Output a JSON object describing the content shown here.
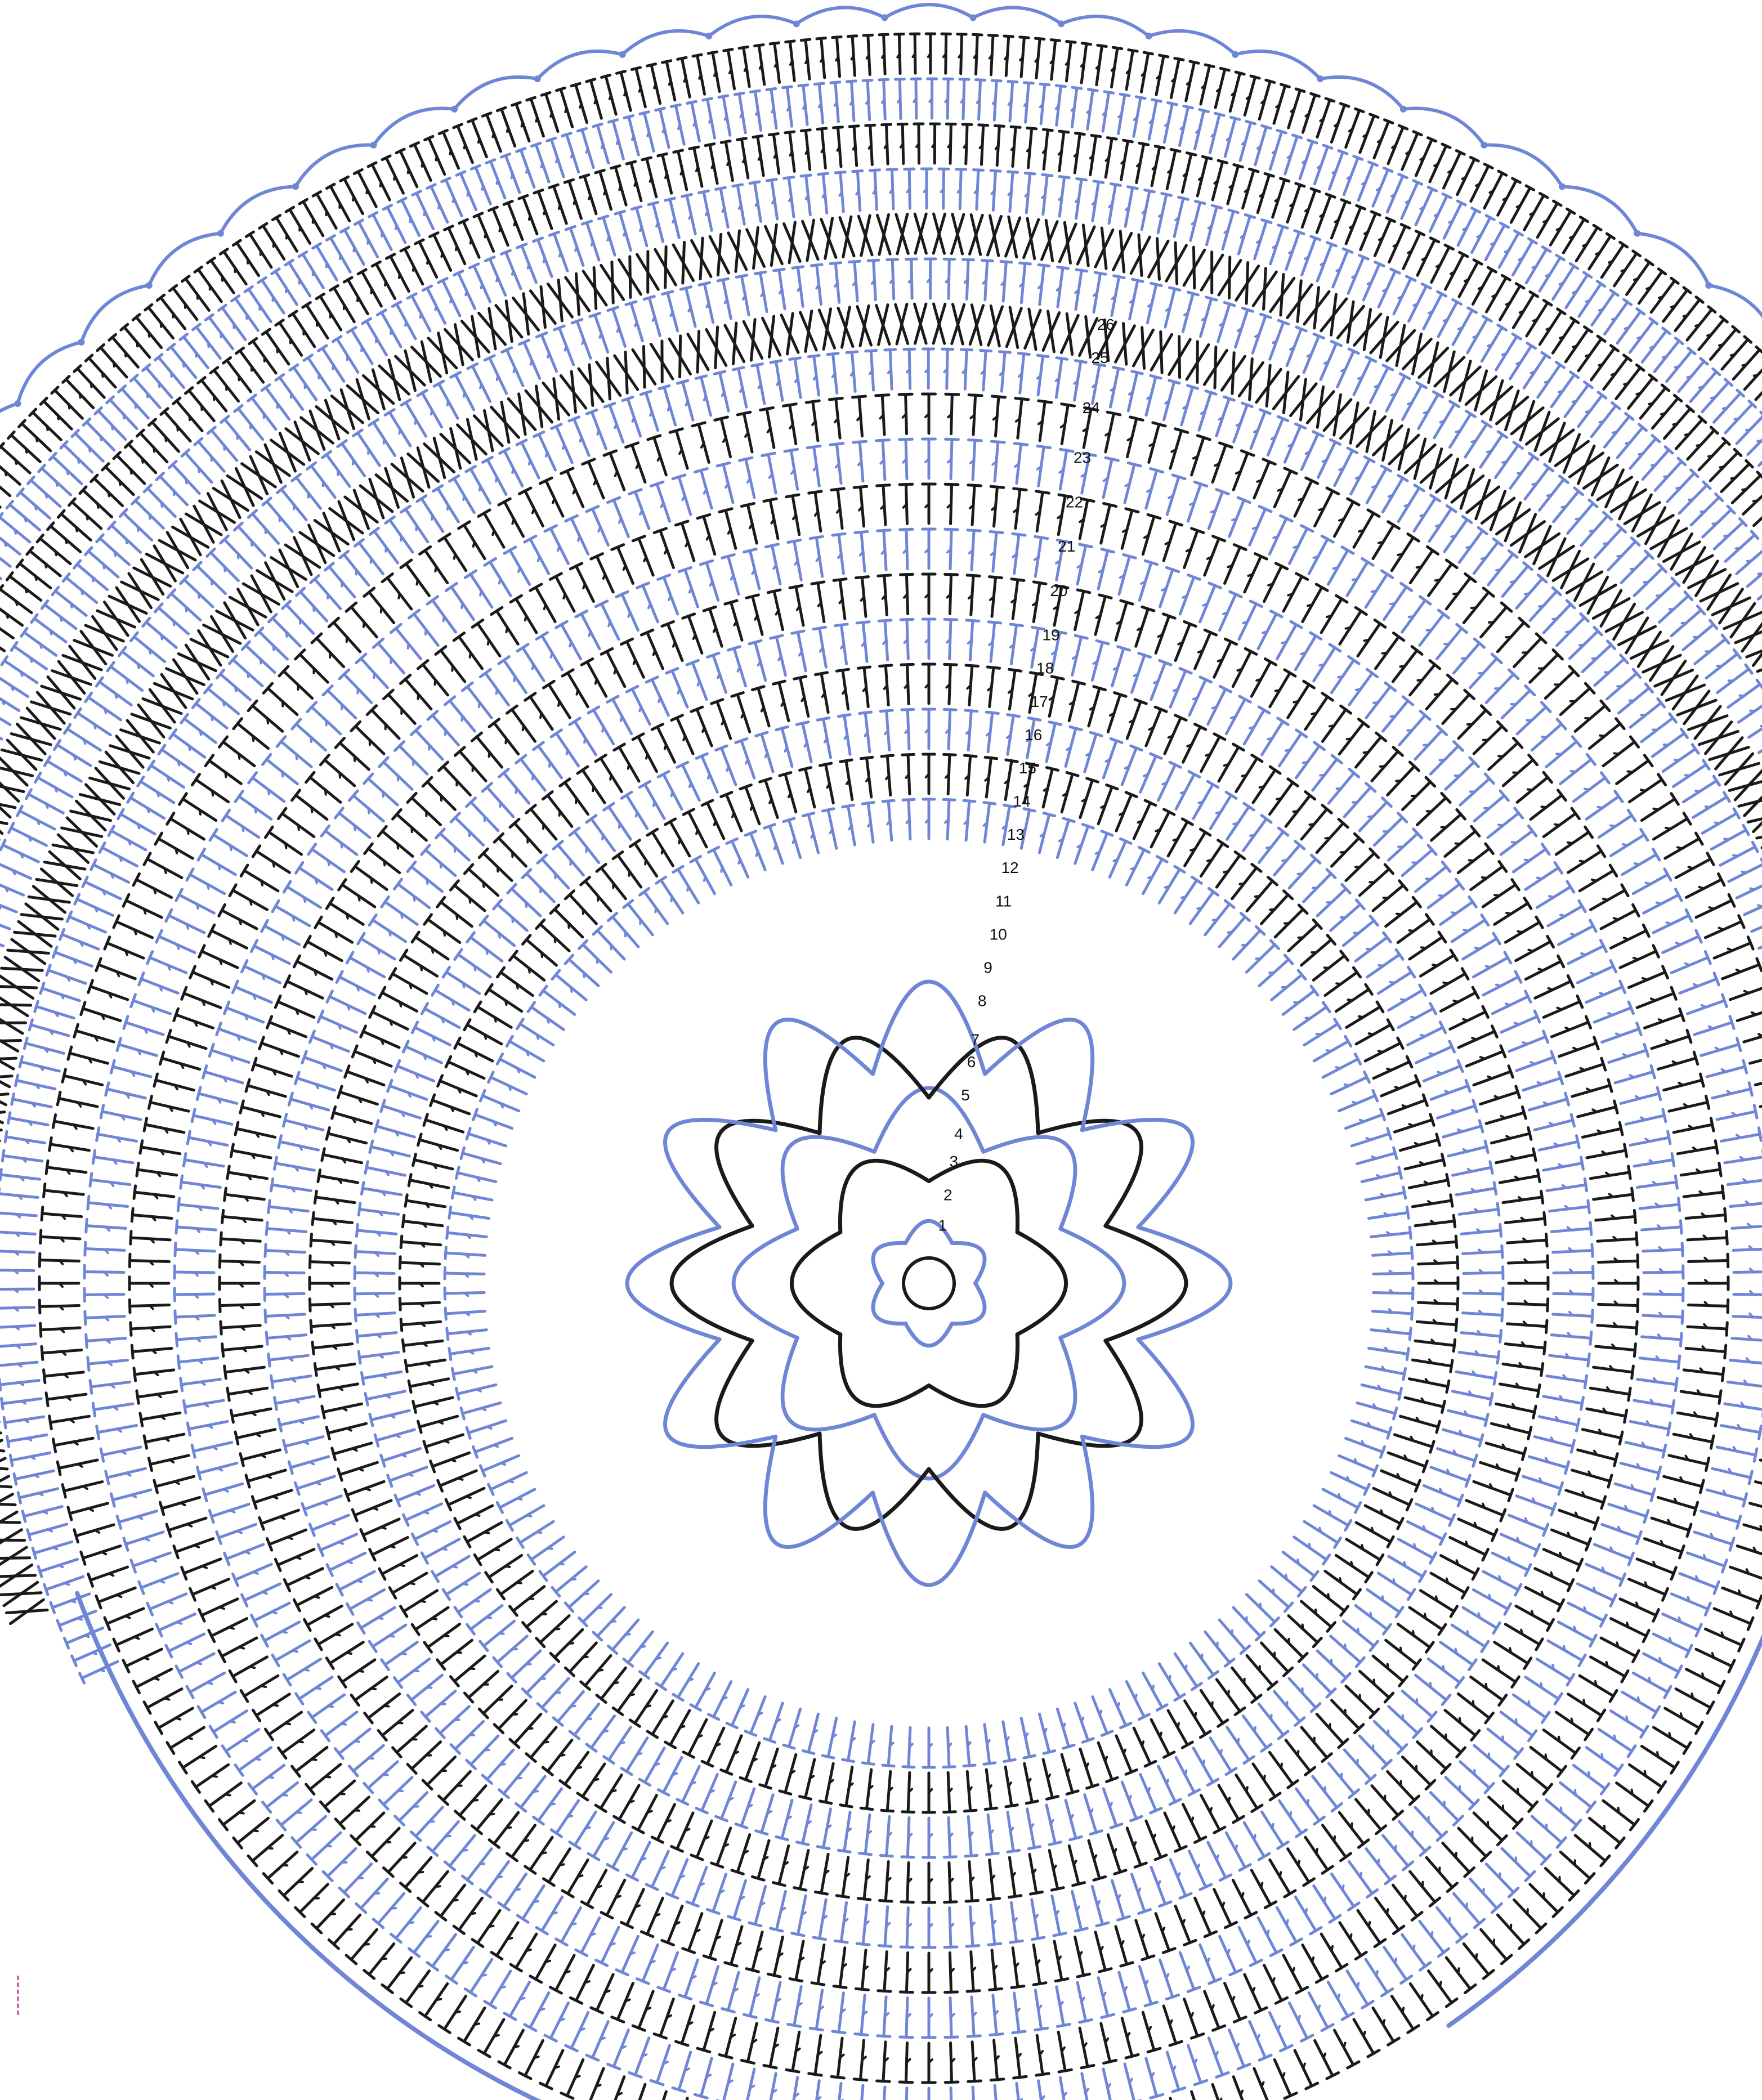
{
  "diagram": {
    "colors": {
      "black": "#1a1a1a",
      "blue": "#6f86d6",
      "background": "#ffffff",
      "corner_mark": "#c86aa8"
    },
    "round_labels": [
      "1",
      "2",
      "3",
      "4",
      "5",
      "6",
      "7",
      "8",
      "9",
      "10",
      "11",
      "12",
      "13",
      "14",
      "15",
      "16",
      "17",
      "18",
      "19",
      "20",
      "21",
      "22",
      "23",
      "24",
      "25",
      "26"
    ],
    "stitch_symbols": [
      "double-crochet-icon",
      "single-crochet-icon",
      "chain-loop-icon",
      "slip-stitch-icon"
    ]
  }
}
